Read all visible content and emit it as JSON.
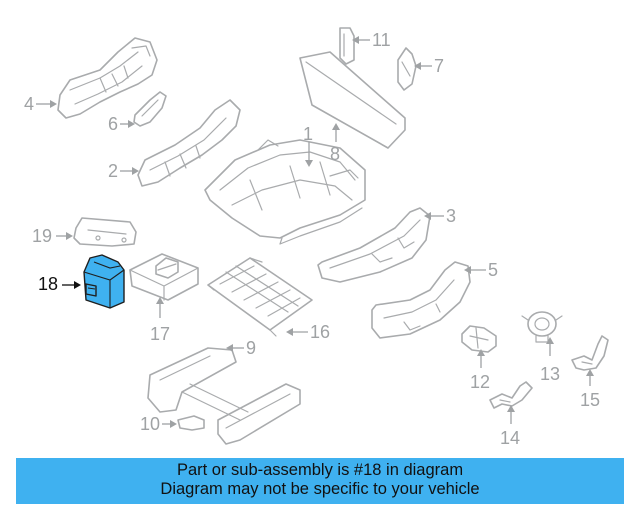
{
  "diagram": {
    "callouts": {
      "p1": "1",
      "p2": "2",
      "p3": "3",
      "p4": "4",
      "p5": "5",
      "p6": "6",
      "p7": "7",
      "p8": "8",
      "p9": "9",
      "p10": "10",
      "p11": "11",
      "p12": "12",
      "p13": "13",
      "p14": "14",
      "p15": "15",
      "p16": "16",
      "p17": "17",
      "p18": "18",
      "p19": "19"
    },
    "highlighted_part": "18"
  },
  "banner": {
    "line1": "Part or sub-assembly is #18 in diagram",
    "line2": "Diagram may not be specific to your vehicle"
  },
  "colors": {
    "highlight": "#3fb1f0",
    "line_art": "#a9abad",
    "callout_text": "#9fa2a4",
    "banner_text": "#111111"
  }
}
